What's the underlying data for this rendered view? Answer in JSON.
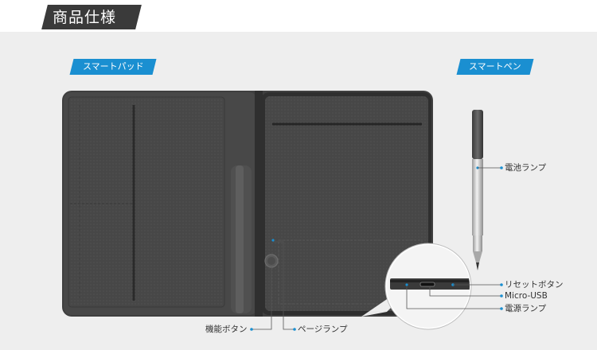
{
  "page": {
    "title": "商品仕様"
  },
  "labels": {
    "smartpad": "スマートパッド",
    "smartpen": "スマートペン"
  },
  "callouts": {
    "battery_lamp": "電池ランプ",
    "reset_button": "リセットボタン",
    "micro_usb": "Micro-USB",
    "power_lamp": "電源ランプ",
    "function_button": "機能ボタン",
    "page_lamp": "ページランプ"
  },
  "colors": {
    "accent": "#1a8fd1",
    "title_bg": "#3a3a3a",
    "pad_body": "#474747",
    "stage_bg": "#eeeeee"
  }
}
